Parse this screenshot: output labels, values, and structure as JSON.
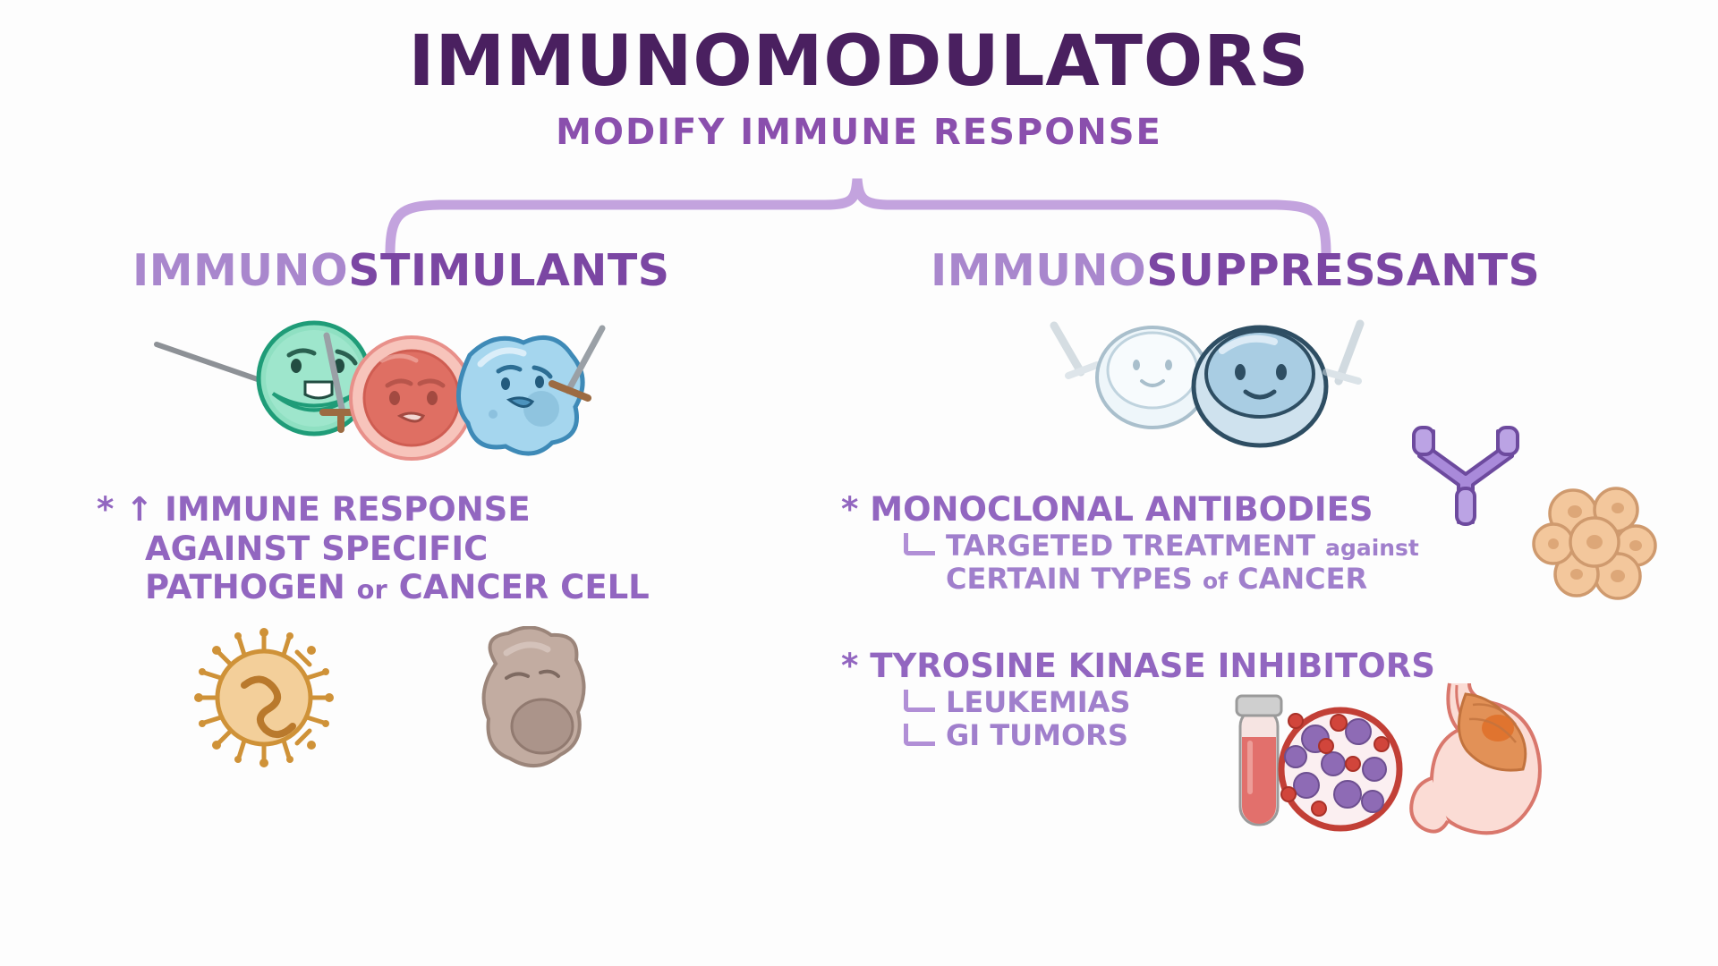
{
  "page": {
    "background": "#fdfdfd",
    "title": "IMMUNOMODULATORS",
    "subtitle": "MODIFY IMMUNE RESPONSE",
    "title_color": "#4a2060",
    "subtitle_color": "#8a4fad"
  },
  "brace": {
    "color": "#c3a3de",
    "shape": "curly-brace-down"
  },
  "branches": {
    "left": {
      "heading_prefix": "IMMUNO",
      "heading_suffix": "STIMULANTS",
      "prefix_color": "#a987cd",
      "suffix_color": "#7b46a3",
      "bullets": [
        {
          "marker": "*",
          "arrow": "↑",
          "line1": "IMMUNE RESPONSE",
          "line2": "AGAINST SPECIFIC",
          "line3_a": "PATHOGEN",
          "line3_or": "or",
          "line3_b": "CANCER CELL"
        }
      ],
      "illustrations": [
        {
          "name": "green-lymphocyte-with-sword",
          "color": "#7fd4b8"
        },
        {
          "name": "red-blood-cell-angry-face",
          "color": "#e2776b"
        },
        {
          "name": "blue-macrophage-with-sword",
          "color": "#8fc9e8"
        },
        {
          "name": "virus-pathogen",
          "color": "#e3a85c"
        },
        {
          "name": "cancer-cell-mass",
          "color": "#b8a094"
        }
      ]
    },
    "right": {
      "heading_prefix": "IMMUNO",
      "heading_suffix": "SUPPRESSANTS",
      "prefix_color": "#a987cd",
      "suffix_color": "#7b46a3",
      "bullets": [
        {
          "marker": "*",
          "title": "MONOCLONAL ANTIBODIES",
          "sub_line1_a": "TARGETED TREATMENT",
          "sub_line1_b": "against",
          "sub_line2_a": "CERTAIN TYPES",
          "sub_line2_b": "of",
          "sub_line2_c": "CANCER"
        },
        {
          "marker": "*",
          "title": "TYROSINE KINASE INHIBITORS",
          "sub_items": [
            "LEUKEMIAS",
            "GI TUMORS"
          ]
        }
      ],
      "illustrations": [
        {
          "name": "faded-lymphocyte-left",
          "color": "#e3eef5"
        },
        {
          "name": "faded-lymphocyte-right",
          "color": "#c6dceb"
        },
        {
          "name": "monoclonal-antibody-y-shape",
          "color": "#9f7fd4"
        },
        {
          "name": "tumor-cell-cluster",
          "color": "#f0c396"
        },
        {
          "name": "blood-test-tube",
          "color": "#e2706c"
        },
        {
          "name": "leukemia-blood-smear",
          "color": "#8e6bb5"
        },
        {
          "name": "stomach-with-gi-tumor",
          "color": "#f6cfc6"
        }
      ]
    }
  },
  "colors": {
    "deep_purple": "#4a2060",
    "mid_purple": "#8a4fad",
    "light_purple": "#a987cd",
    "body_purple": "#9266c0",
    "sub_purple": "#a07fcc",
    "brace_purple": "#c3a3de"
  }
}
